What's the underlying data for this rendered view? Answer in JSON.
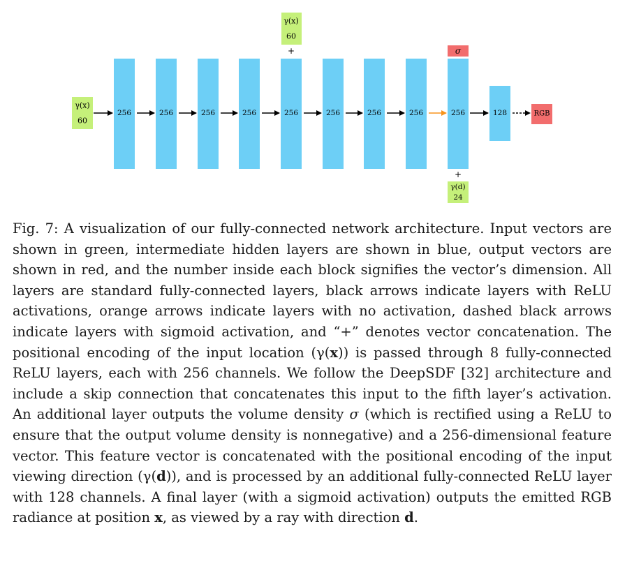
{
  "colors": {
    "input": "#c5f07a",
    "hidden": "#6dcff6",
    "output": "#f26d6d",
    "relu_arrow": "#000000",
    "linear_arrow": "#f7941d"
  },
  "diagram": {
    "input_x": {
      "label": "γ(x)",
      "dim": "60"
    },
    "skip_input_x": {
      "label": "γ(x)",
      "dim": "60"
    },
    "skip_plus": "+",
    "input_d": {
      "label": "γ(d)",
      "dim": "24"
    },
    "dir_plus": "+",
    "sigma_label": "σ",
    "rgb_label": "RGB",
    "layers": [
      {
        "dim": "256"
      },
      {
        "dim": "256"
      },
      {
        "dim": "256"
      },
      {
        "dim": "256"
      },
      {
        "dim": "256"
      },
      {
        "dim": "256"
      },
      {
        "dim": "256"
      },
      {
        "dim": "256"
      },
      {
        "dim": "256"
      }
    ],
    "dir_layer": {
      "dim": "128"
    }
  },
  "caption": {
    "fig_label": "Fig. 7:",
    "p1": "A visualization of our fully-connected network architecture. Input vectors are shown in green, intermediate hidden layers are shown in blue, output vectors are shown in red, and the number inside each block signifies the vector’s dimension. All layers are standard fully-connected layers, black arrows indicate layers with ReLU activations, orange arrows indicate layers with no activation, dashed black arrows indicate layers with sigmoid activation, and “+” denotes vector concatenation. The positional encoding of the input location (γ(",
    "p1_bold": "x",
    "p2": ")) is passed through 8 fully-connected ReLU layers, each with 256 channels. We follow the DeepSDF [32] architecture and include a skip connection that concatenates this input to the fifth layer’s activation. An additional layer outputs the volume density ",
    "p2_sigma": "σ",
    "p3": " (which is rectified using a ReLU to ensure that the output volume density is nonnegative) and a 256-dimensional feature vector. This feature vector is concatenated with the positional encoding of the input viewing direction (γ(",
    "p3_bold": "d",
    "p4": ")), and is processed by an additional fully-connected ReLU layer with 128 channels. A final layer (with a sigmoid activation) outputs the emitted RGB radiance at position ",
    "p4_bold_x": "x",
    "p5": ", as viewed by a ray with direction ",
    "p5_bold_d": "d",
    "p6": "."
  }
}
